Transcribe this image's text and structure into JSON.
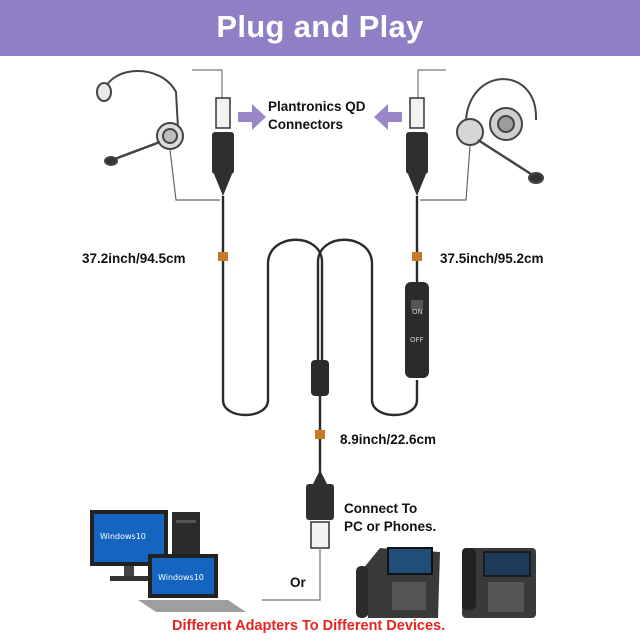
{
  "title": "Plug and Play",
  "labels": {
    "qd_connectors_line1": "Plantronics QD",
    "qd_connectors_line2": "Connectors",
    "left_cable_length": "37.2inch/94.5cm",
    "right_cable_length": "37.5inch/95.2cm",
    "bottom_cable_length": "8.9inch/22.6cm",
    "connect_line1": "Connect To",
    "connect_line2": "PC or Phones.",
    "or": "Or",
    "footer": "Different Adapters To Different Devices."
  },
  "switch": {
    "on": "ON",
    "off": "OFF"
  },
  "windows_logo": "Windows10",
  "colors": {
    "banner": "#8f7fc4",
    "arrow": "#9b86c8",
    "cable": "#2b2b2b",
    "footer_text": "#e52420",
    "screen_blue": "#1565c0"
  }
}
